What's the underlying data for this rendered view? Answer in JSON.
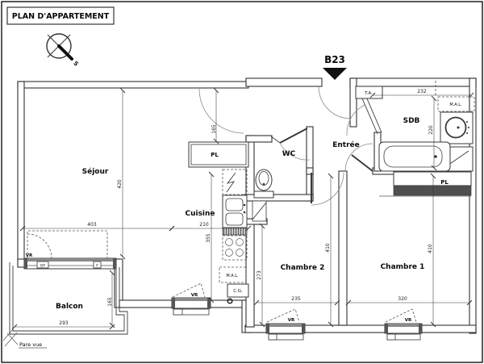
{
  "page": {
    "title": "PLAN D'APPARTEMENT",
    "unit_label": "B23",
    "compass_south": "S",
    "pare_vue": "Pare vue"
  },
  "rooms": {
    "sejour": "Séjour",
    "cuisine": "Cuisine",
    "balcon": "Balcon",
    "wc": "WC",
    "entree": "Entrée",
    "sdb": "SDB",
    "chambre1": "Chambre 1",
    "chambre2": "Chambre 2"
  },
  "closets": {
    "pl_cuisine": "PL",
    "pl_chambre1": "PL"
  },
  "equipment": {
    "ta": "T.A.",
    "mal_sdb": "M.A.L.",
    "mal_cuisine": "M.A.L.",
    "cg": "C.G."
  },
  "windows": {
    "vr_sejour": "VR",
    "vr_cuisine": "VR",
    "vr_chambre2": "VR",
    "vr_chambre1": "VR",
    "of": "OF",
    "f": "F"
  },
  "dimensions_cm": {
    "sejour_height": "420",
    "sejour_width": "403",
    "cuisine_width": "210",
    "cuisine_height": "355",
    "passage_cuisine": "165",
    "balcon_width": "293",
    "balcon_height": "165",
    "sdb_width": "232",
    "sdb_height": "220",
    "chambre2_width": "235",
    "chambre2_height": "410",
    "chambre2_inner": "273",
    "chambre1_width": "320",
    "chambre1_height": "410"
  },
  "colors": {
    "line": "#3a3a3a",
    "label": "#0a0a0a",
    "dim": "#222222",
    "background": "#ffffff"
  }
}
